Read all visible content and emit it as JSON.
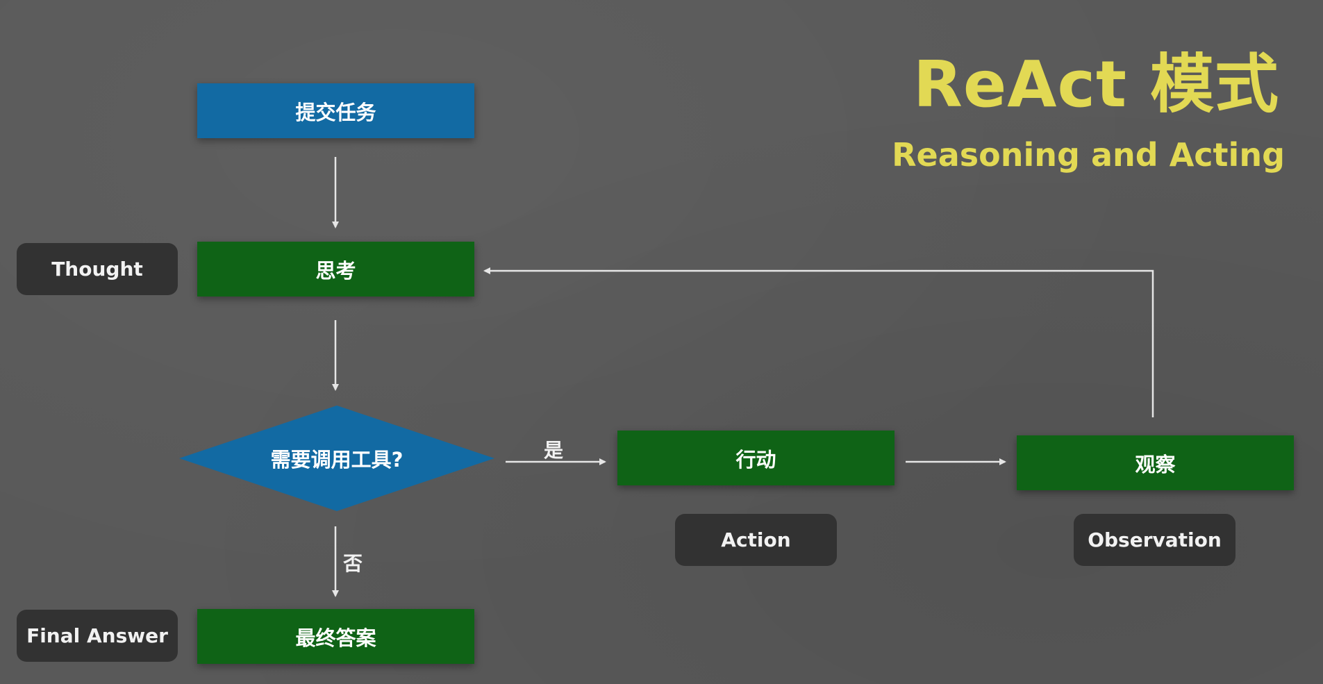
{
  "header": {
    "title": "ReAct 模式",
    "subtitle": "Reasoning and Acting"
  },
  "nodes": {
    "submit_task": "提交任务",
    "think": "思考",
    "decision": "需要调用工具?",
    "action": "行动",
    "observe": "观察",
    "final_answer": "最终答案"
  },
  "labels": {
    "thought": "Thought",
    "action": "Action",
    "observation": "Observation",
    "final_answer": "Final Answer"
  },
  "edges": {
    "yes": "是",
    "no": "否"
  },
  "colors": {
    "background": "#595959",
    "title": "#e2d954",
    "blue_node": "#126aa3",
    "green_node": "#0f6316",
    "label_box": "#323232",
    "connector": "#e6e6e6"
  }
}
